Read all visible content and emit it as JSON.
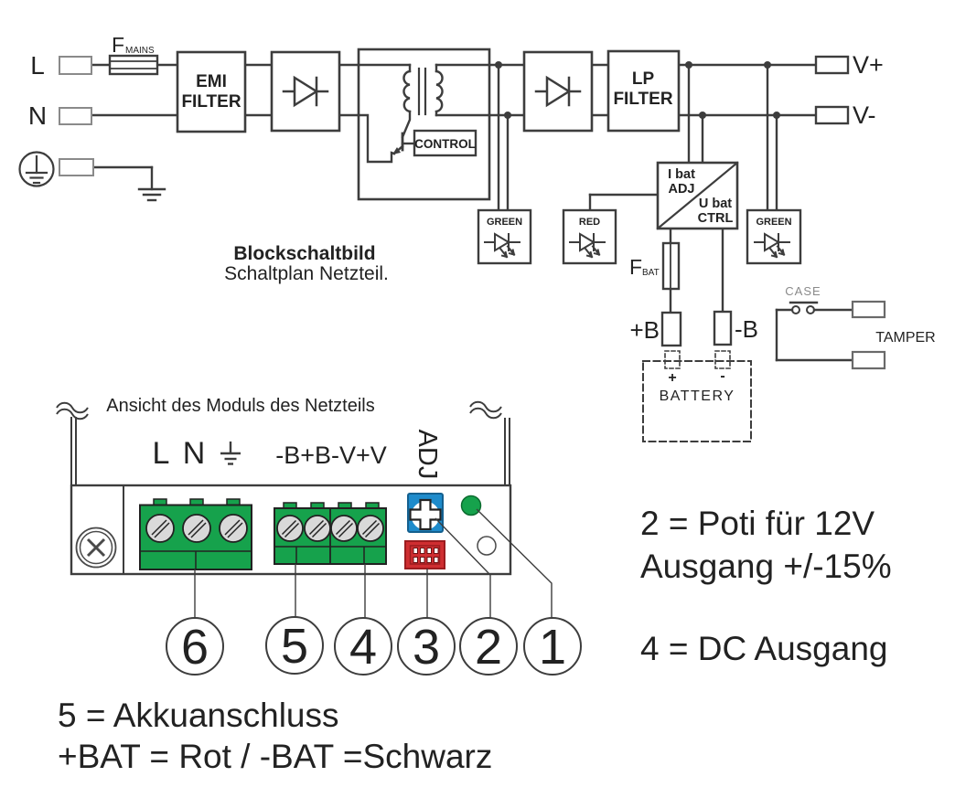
{
  "colors": {
    "line": "#3d3d3d",
    "terminal_grey": "#8a8a8a",
    "green": "#16a24c",
    "blue": "#1e8bcb",
    "red": "#cf2e31",
    "screw_grey": "#d9d9d9"
  },
  "block_diagram": {
    "caption": {
      "title": "Blockschaltbild",
      "subtitle": "Schaltplan Netzteil."
    },
    "inputs": {
      "l": "L",
      "n": "N"
    },
    "fuse_mains": {
      "f": "F",
      "sub": "MAINS"
    },
    "emi_filter": {
      "line1": "EMI",
      "line2": "FILTER"
    },
    "control": "CONTROL",
    "lp_filter": {
      "line1": "LP",
      "line2": "FILTER"
    },
    "outputs": {
      "v_plus": "V+",
      "v_minus": "V-"
    },
    "leds": {
      "green1": "GREEN",
      "red": "RED",
      "green2": "GREEN"
    },
    "bat_ctrl": {
      "l1": "I bat",
      "l2": "ADJ",
      "l3": "U bat",
      "l4": "CTRL"
    },
    "fuse_bat": {
      "f": "F",
      "sub": "BAT"
    },
    "battery": {
      "plus_b": "+B",
      "minus_b": "-B",
      "plus": "+",
      "minus": "-",
      "label": "BATTERY"
    },
    "tamper": {
      "case": "CASE",
      "label": "TAMPER"
    }
  },
  "module_view": {
    "title": "Ansicht des Moduls des Netzteils",
    "labels": {
      "l": "L",
      "n": "N",
      "terminals": "-B+B-V+V",
      "adj": "ADJ"
    },
    "callouts": [
      "6",
      "5",
      "4",
      "3",
      "2",
      "1"
    ]
  },
  "notes": {
    "poti_line1": "2 = Poti für 12V",
    "poti_line2": "Ausgang +/-15%",
    "dc": "4 = DC Ausgang",
    "akku": "5 = Akkuanschluss",
    "bat_colors": "+BAT = Rot / -BAT =Schwarz"
  }
}
